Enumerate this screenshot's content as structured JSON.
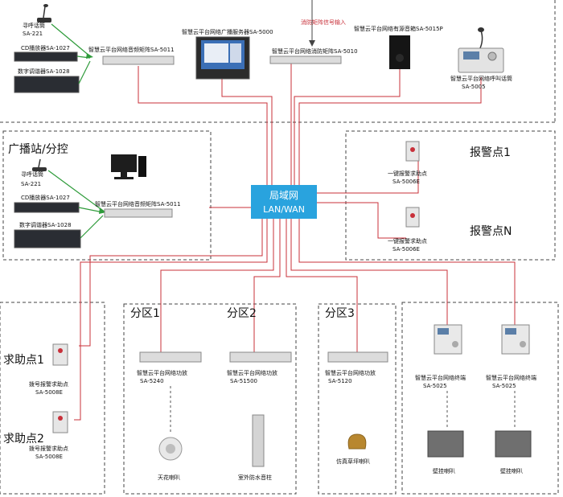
{
  "top": {
    "mic_label": "寻呼话筒",
    "mic_model": "SA-221",
    "cd_label": "CD播放器SA-1027",
    "tuner_label": "数字调谐器SA-1028",
    "matrix_label": "智慧云平台网络音频矩阵SA-5011",
    "server_label": "智慧云平台网络广播服务器SA-5000",
    "fire_input_label": "消防矩阵信号输入",
    "fire_matrix_label": "智慧云平台网络消防矩阵SA-5010",
    "active_speaker_label": "智慧云平台网络有源音箱SA-5015P",
    "call_mic_label": "智慧云平台网络呼叫话筒",
    "call_mic_model": "SA-5005"
  },
  "station": {
    "title": "广播站/分控",
    "mic_label": "寻呼话筒",
    "mic_model": "SA-221",
    "cd_label": "CD播放器SA-1027",
    "tuner_label": "数字调谐器SA-1028",
    "matrix_label": "智慧云平台网络音频矩阵SA-5011"
  },
  "lan": {
    "line1": "局域网",
    "line2": "LAN/WAN"
  },
  "alarm": {
    "point1": "报警点1",
    "pointN": "报警点N",
    "button_label": "一键报警求助点",
    "button_model": "SA-5006E"
  },
  "help": {
    "point1": "求助点1",
    "point2": "求助点2",
    "device_label": "拨号报警求助点",
    "device_model": "SA-5008E"
  },
  "zones": {
    "zone1": {
      "title": "分区1",
      "amp_label": "智慧云平台网络功放",
      "amp_model": "SA-5240",
      "speaker_label": "天花喇叭"
    },
    "zone2": {
      "title": "分区2",
      "amp_label": "智慧云平台网络功放",
      "amp_model": "SA-51500",
      "speaker_label": "室外防水音柱"
    },
    "zone3": {
      "title": "分区3",
      "amp_label": "智慧云平台网络功放",
      "amp_model": "SA-5120",
      "speaker_label": "仿真草坪喇叭"
    },
    "zone4": {
      "terminal1_label": "智慧云平台网络终端",
      "terminal1_model": "SA-5025",
      "terminal2_label": "智慧云平台网络终端",
      "terminal2_model": "SA-5025",
      "speaker1_label": "壁挂喇叭",
      "speaker2_label": "壁挂喇叭"
    }
  }
}
